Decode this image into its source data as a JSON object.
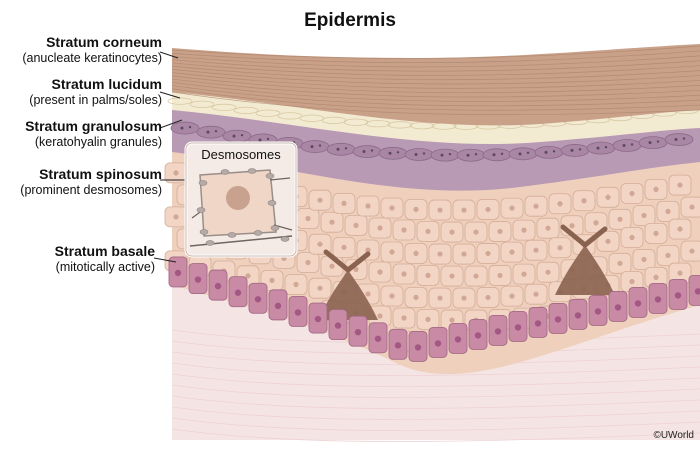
{
  "title": "Epidermis",
  "layers": [
    {
      "name": "Stratum corneum",
      "note": "(anucleate keratinocytes)"
    },
    {
      "name": "Stratum lucidum",
      "note": "(present in palms/soles)"
    },
    {
      "name": "Stratum granulosum",
      "note": "(keratohyalin granules)"
    },
    {
      "name": "Stratum spinosum",
      "note": "(prominent desmosomes)"
    },
    {
      "name": "Stratum basale",
      "note": "(mitotically active)"
    }
  ],
  "inset": {
    "title": "Desmosomes"
  },
  "credit": "©UWorld",
  "colors": {
    "corneum": "#c9a088",
    "lucidum": "#f3ead2",
    "granulosum": "#b89ab4",
    "spinosum": "#efd0bd",
    "basale": "#c98aa6",
    "melanocyte": "#8a6250",
    "dermis": "#f5e4e4"
  }
}
